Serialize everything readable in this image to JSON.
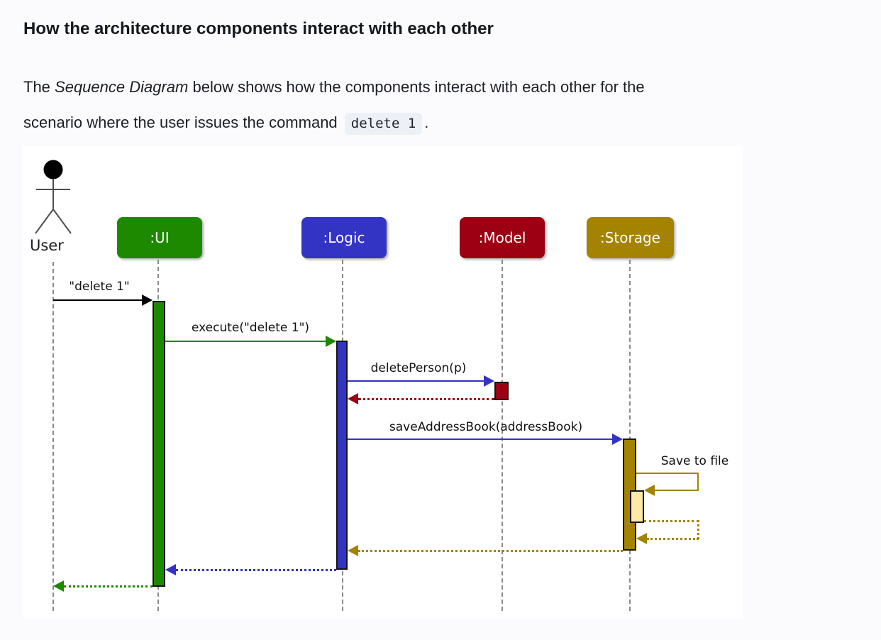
{
  "page": {
    "background": "#fbfbfd"
  },
  "article": {
    "heading": "How the architecture components interact with each other",
    "paragraph": {
      "lead": "The ",
      "emphasis": "Sequence Diagram",
      "line1_rest": " below shows how the components interact with each other for the",
      "line2_lead": "scenario where the user issues the command ",
      "code": "delete 1",
      "tail": "."
    }
  },
  "diagram": {
    "colors": {
      "user": "#000000",
      "ui": "#1D8900",
      "logic": "#3333C4",
      "model": "#9D0012",
      "storage": "#A38300",
      "storage_activation_light": "#FFE9A6",
      "lifeline": "#8a8a8a",
      "message_text": "#111111"
    },
    "actor": {
      "label": "User"
    },
    "participants": [
      {
        "label": ":UI"
      },
      {
        "label": ":Logic"
      },
      {
        "label": ":Model"
      },
      {
        "label": ":Storage"
      }
    ],
    "messages": {
      "user_to_ui": "\"delete 1\"",
      "ui_to_logic": "execute(\"delete 1\")",
      "logic_to_model": "deletePerson(p)",
      "logic_to_storage": "saveAddressBook(addressBook)",
      "storage_self": "Save to file"
    }
  }
}
